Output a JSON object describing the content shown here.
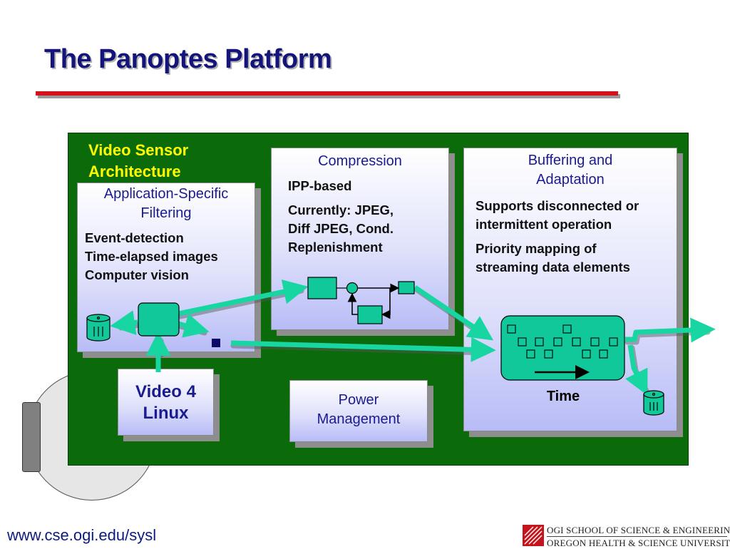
{
  "slide": {
    "title": "The Panoptes Platform",
    "footer_url": "www.cse.ogi.edu/sysl",
    "institution_line_1": "OGI SCHOOL OF SCIENCE & ENGINEERING",
    "institution_line_2": "OREGON HEALTH & SCIENCE UNIVERSITY"
  },
  "diagram": {
    "architecture_label": [
      "Video Sensor",
      "Architecture"
    ],
    "filtering": {
      "title": [
        "Application-Specific",
        "Filtering"
      ],
      "items": [
        "Event-detection",
        "Time-elapsed images",
        "Computer vision"
      ]
    },
    "compression": {
      "title": "Compression",
      "line_1": "IPP-based",
      "line_2": [
        "Currently: JPEG,",
        "Diff JPEG, Cond.",
        "Replenishment"
      ]
    },
    "buffering": {
      "title": [
        "Buffering and",
        "Adaptation"
      ],
      "line_1": [
        "Supports disconnected or",
        "intermittent operation"
      ],
      "line_2": [
        "Priority mapping of",
        "streaming data elements"
      ],
      "time_label": "Time"
    },
    "video4linux": [
      "Video 4",
      "Linux"
    ],
    "power": [
      "Power",
      "Management"
    ],
    "colors": {
      "board": "#0b6b0b",
      "arrow": "#18d6a2",
      "node": "#10c89a",
      "title": "#14147a",
      "rule": "#d3121b",
      "label": "#ffff00"
    },
    "icons": [
      "camera-lens",
      "storage-cylinder",
      "data-packet",
      "filter-node",
      "compress-block",
      "merge-node",
      "queue-buffer"
    ]
  }
}
